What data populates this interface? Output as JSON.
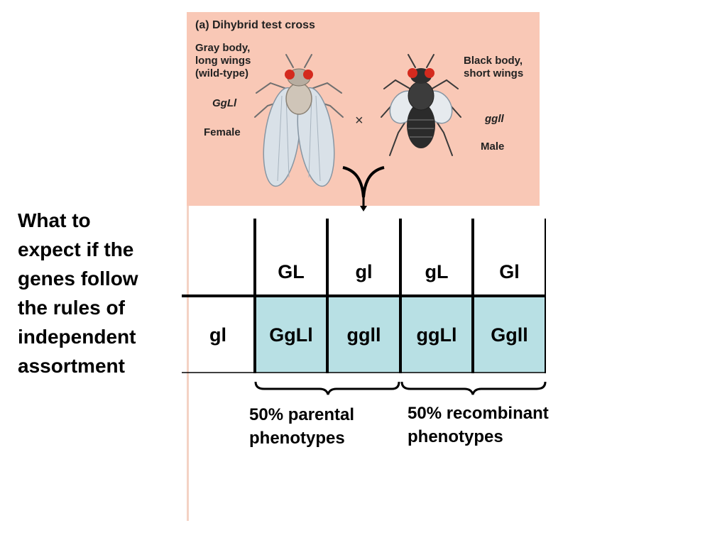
{
  "side_note": "What to\nexpect if the\ngenes follow\nthe rules of\nindependent\nassortment",
  "figure": {
    "title": "(a) Dihybrid test cross",
    "female": {
      "description": "Gray body,\nlong wings\n(wild-type)",
      "genotype": "GgLl",
      "sex": "Female"
    },
    "cross_symbol": "×",
    "male": {
      "description": "Black body,\nshort wings",
      "genotype": "ggll",
      "sex": "Male"
    },
    "colors": {
      "background": "#f9c8b6",
      "eye": "#d42a1e"
    }
  },
  "punnett": {
    "gametes_top": [
      "GL",
      "gl",
      "gL",
      "Gl"
    ],
    "gamete_left": "gl",
    "offspring": [
      "GgLl",
      "ggll",
      "ggLl",
      "Ggll"
    ],
    "cell_color": "#b8e0e4"
  },
  "captions": {
    "parental": "50% parental\nphenotypes",
    "recombinant": "50% recombinant\nphenotypes"
  }
}
